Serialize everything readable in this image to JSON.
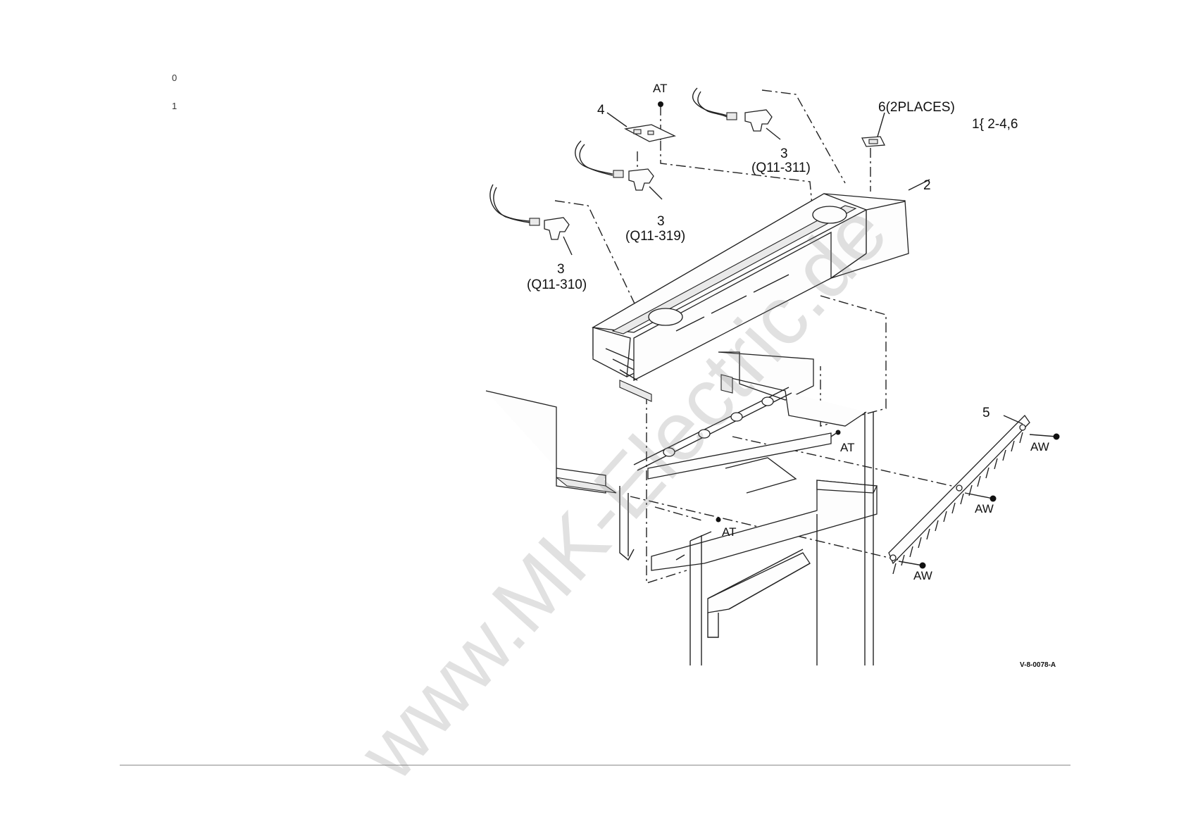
{
  "margin": {
    "line_0": "0",
    "line_1": "1"
  },
  "callouts": {
    "at_top": "AT",
    "item4": "4",
    "item6": "6(2PLACES)",
    "kit_note": "1{ 2-4,6",
    "item2": "2",
    "sensor_311_num": "3",
    "sensor_311_code": "(Q11-311)",
    "sensor_319_num": "3",
    "sensor_319_code": "(Q11-319)",
    "sensor_310_num": "3",
    "sensor_310_code": "(Q11-310)",
    "item5": "5",
    "at_right": "AT",
    "at_lower": "AT",
    "aw_1": "AW",
    "aw_2": "AW",
    "aw_3": "AW"
  },
  "figure_code": "V-8-0078-A",
  "watermark": "www.MK-Electric.de"
}
